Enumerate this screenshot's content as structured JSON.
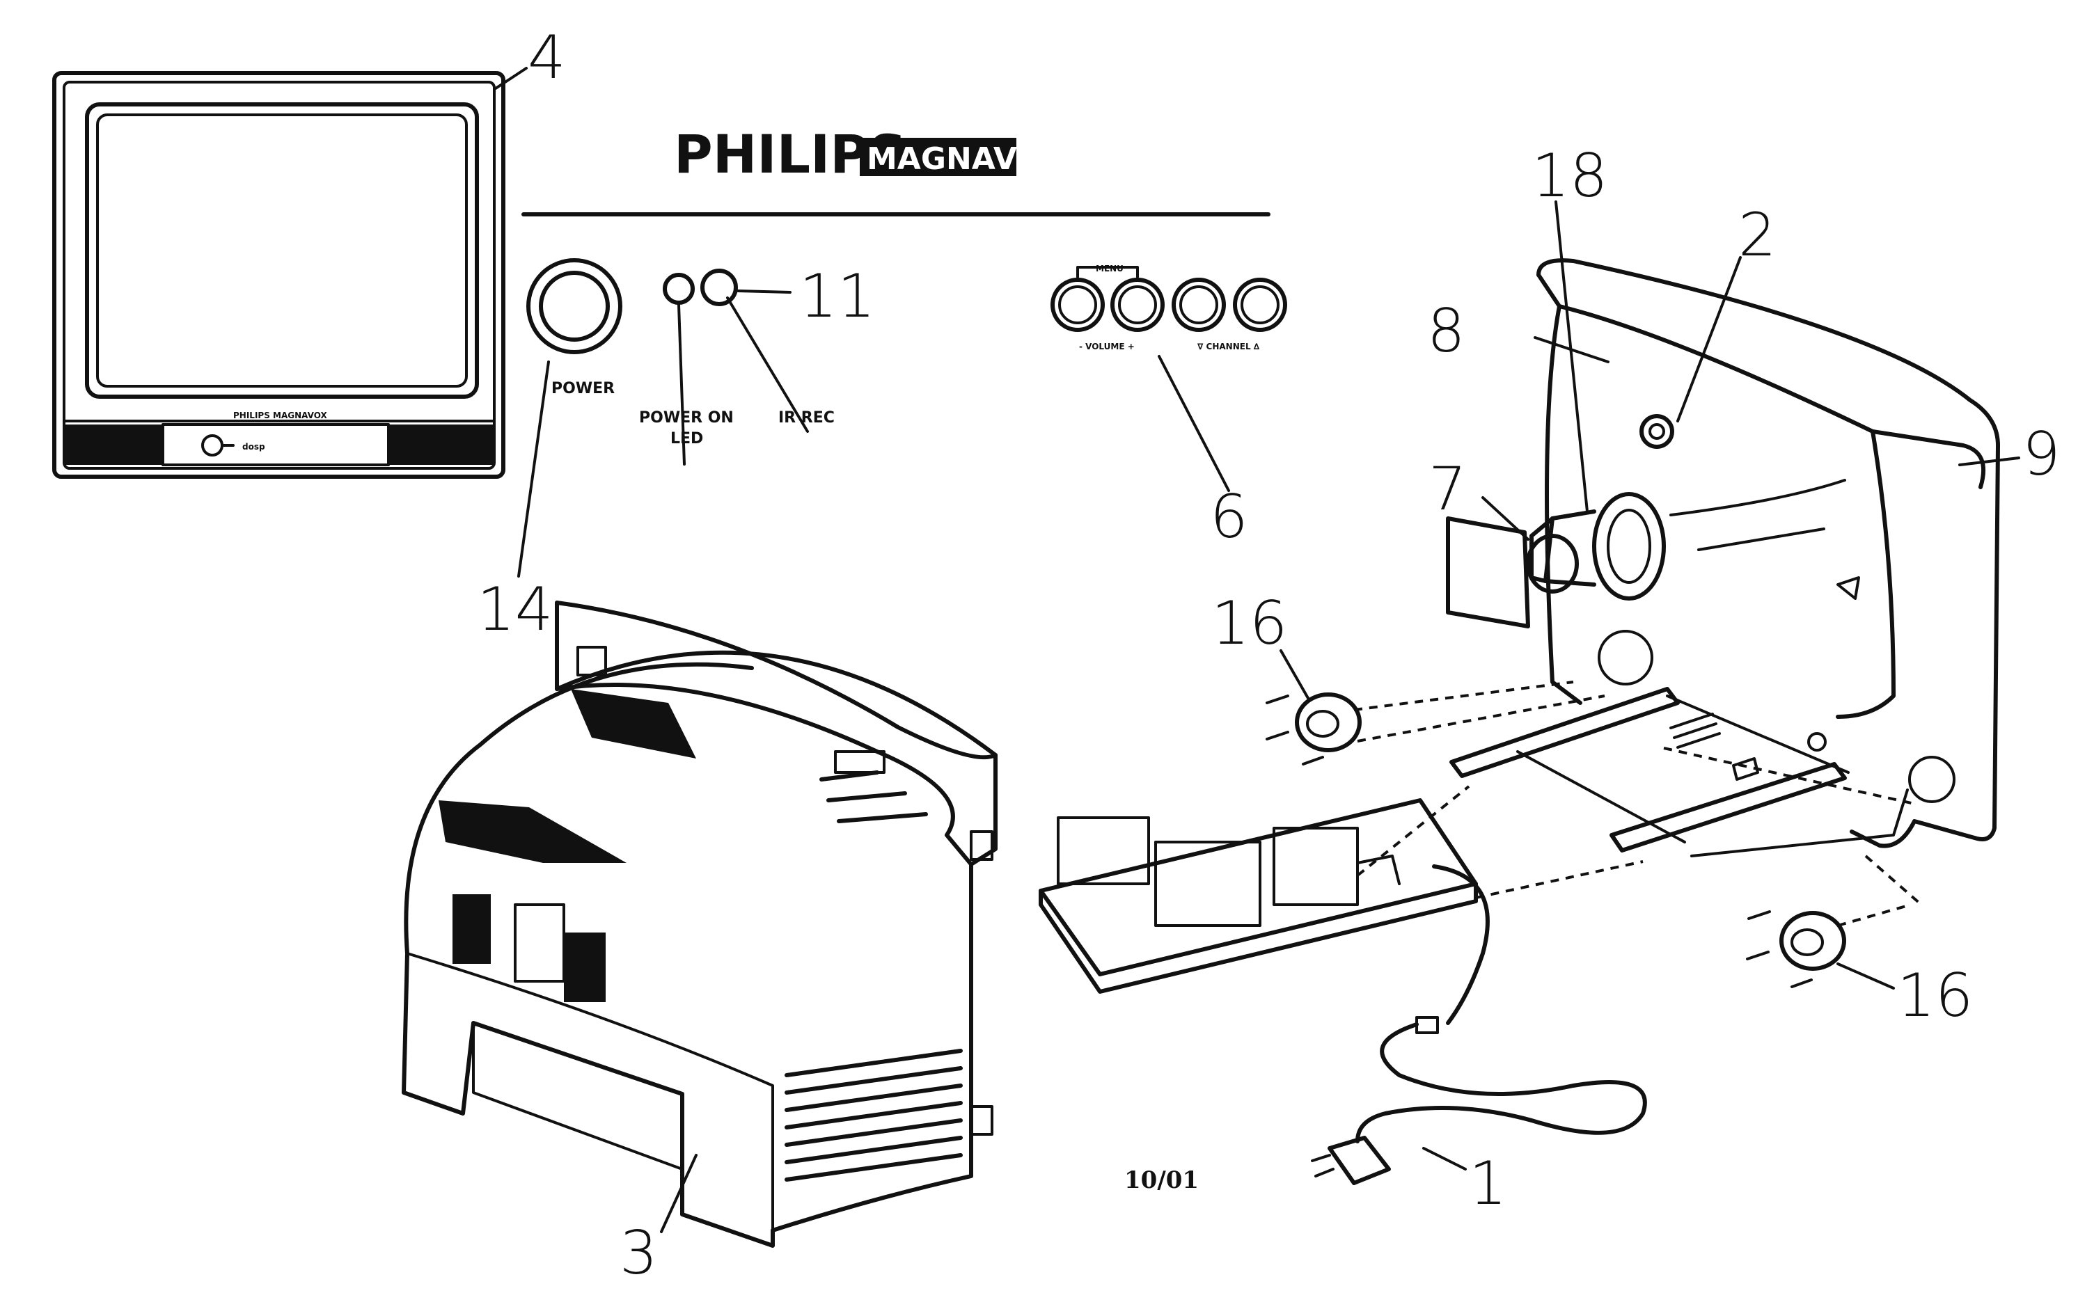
{
  "brand": {
    "name": "PHILIPS",
    "sub": "MAGNAVOX"
  },
  "controls": {
    "power": "POWER",
    "power_led_line1": "POWER ON",
    "power_led_line2": "LED",
    "ir_rec": "IR REC",
    "menu": "MENU",
    "volume": "- VOLUME +",
    "channel": "∇ CHANNEL ∆"
  },
  "callouts": {
    "c1": "1",
    "c2": "2",
    "c3": "3",
    "c4": "4",
    "c6": "6",
    "c7": "7",
    "c8": "8",
    "c9": "9",
    "c11": "11",
    "c14": "14",
    "c16a": "16",
    "c16b": "16",
    "c18": "18"
  },
  "date_code": "10/01"
}
